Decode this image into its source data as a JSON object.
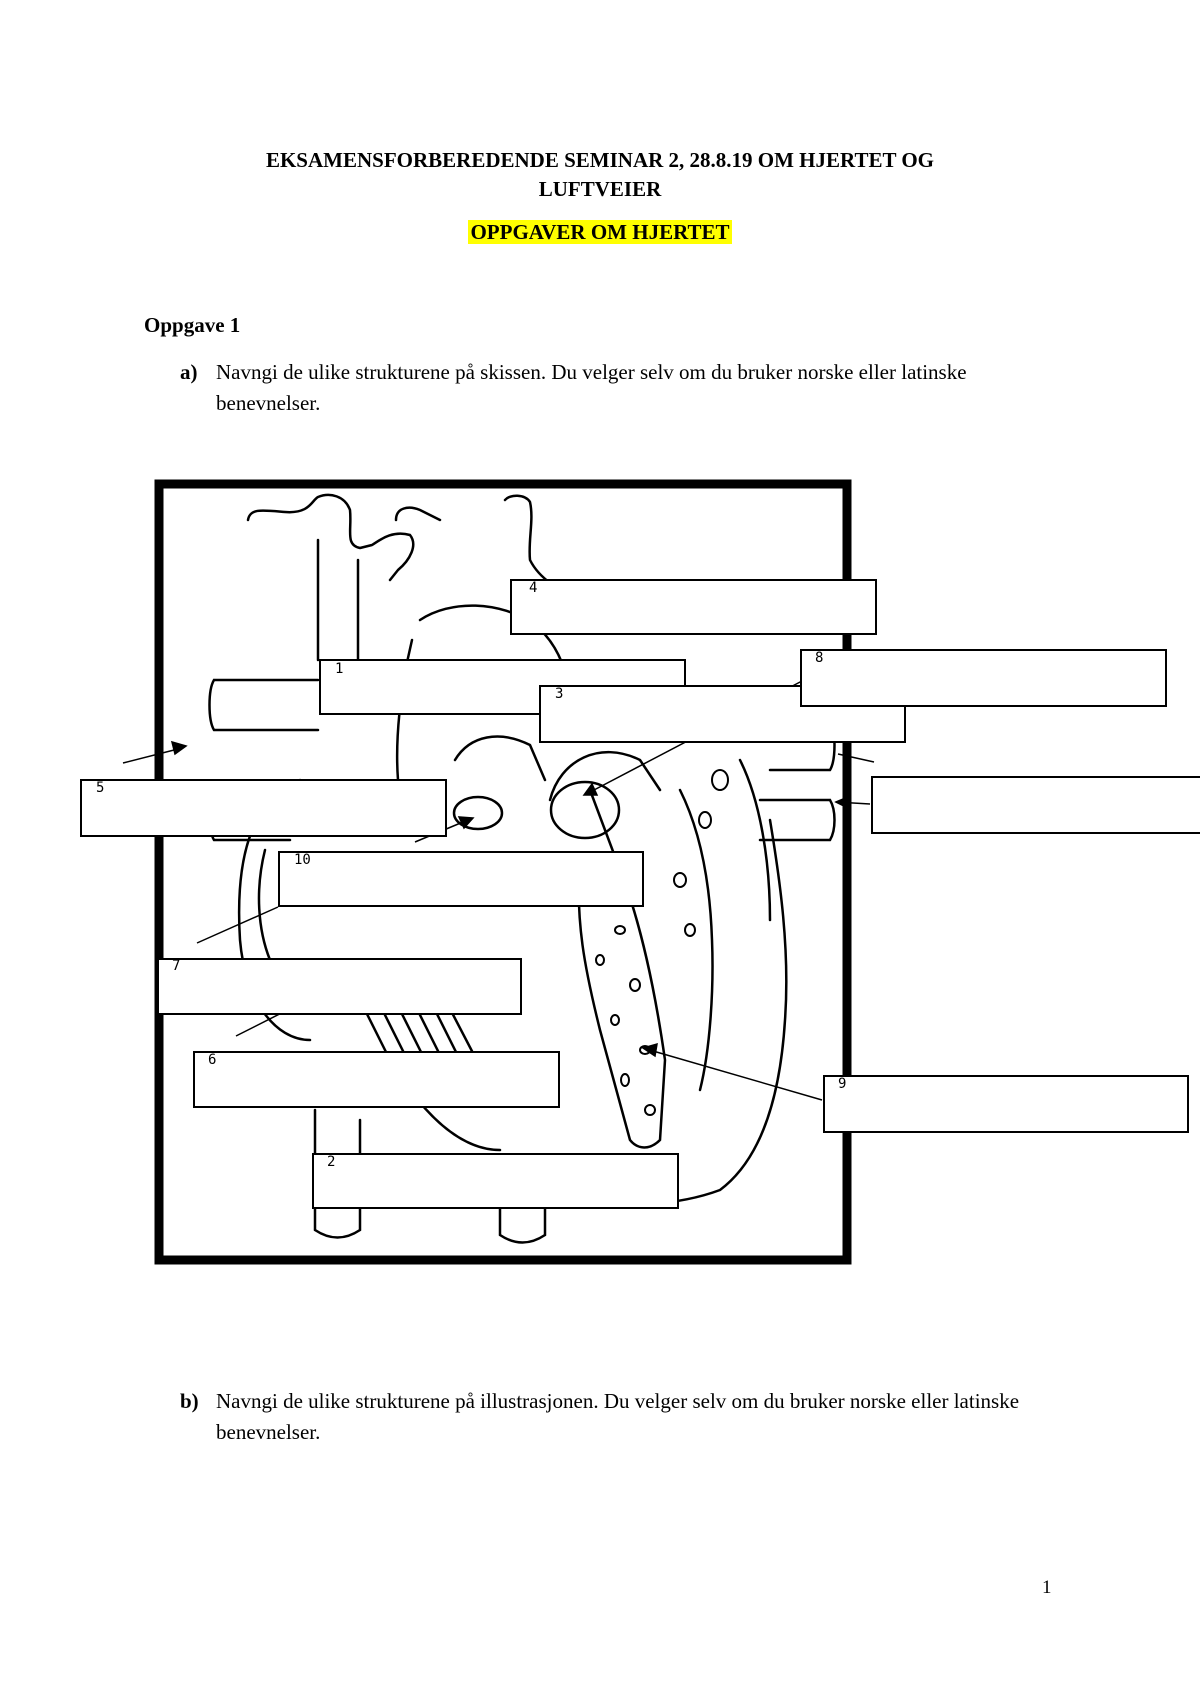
{
  "document": {
    "title_line1": "EKSAMENSFORBEREDENDE SEMINAR 2, 28.8.19 OM HJERTET OG",
    "title_line2": "LUFTVEIER",
    "subtitle": "OPPGAVER OM HJERTET",
    "task_heading": "Oppgave 1",
    "question_a": {
      "label": "a)",
      "text": "Navngi de ulike strukturene på skissen. Du velger selv om du bruker norske eller latinske benevnelser."
    },
    "question_b": {
      "label": "b)",
      "text": "Navngi de ulike strukturene på illustrasjonen. Du velger selv om du bruker norske eller latinske benevnelser."
    },
    "page_number": "1"
  },
  "diagram": {
    "labels": [
      {
        "id": "label-1",
        "number": "1"
      },
      {
        "id": "label-2",
        "number": "2"
      },
      {
        "id": "label-3",
        "number": "3"
      },
      {
        "id": "label-4",
        "number": "4"
      },
      {
        "id": "label-5",
        "number": "5"
      },
      {
        "id": "label-6",
        "number": "6"
      },
      {
        "id": "label-7",
        "number": "7"
      },
      {
        "id": "label-8",
        "number": "8"
      },
      {
        "id": "label-9",
        "number": "9"
      },
      {
        "id": "label-10",
        "number": "10"
      },
      {
        "id": "label-unnumbered",
        "number": ""
      }
    ]
  }
}
